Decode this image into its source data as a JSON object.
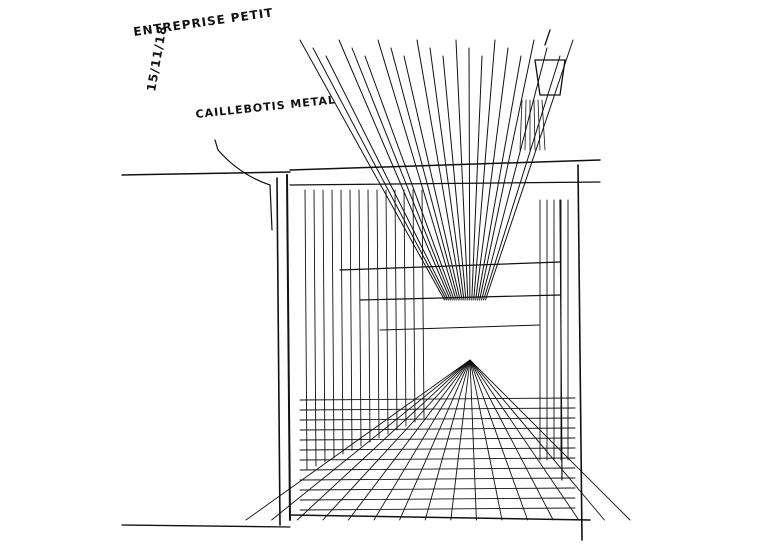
{
  "sketch": {
    "annotations": {
      "company": "ENTREPRISE PETIT",
      "date": "15/11/18",
      "material_label": "CAILLEBOTIS METAL"
    },
    "ink_color": "#111111",
    "paper_color": "#ffffff"
  }
}
